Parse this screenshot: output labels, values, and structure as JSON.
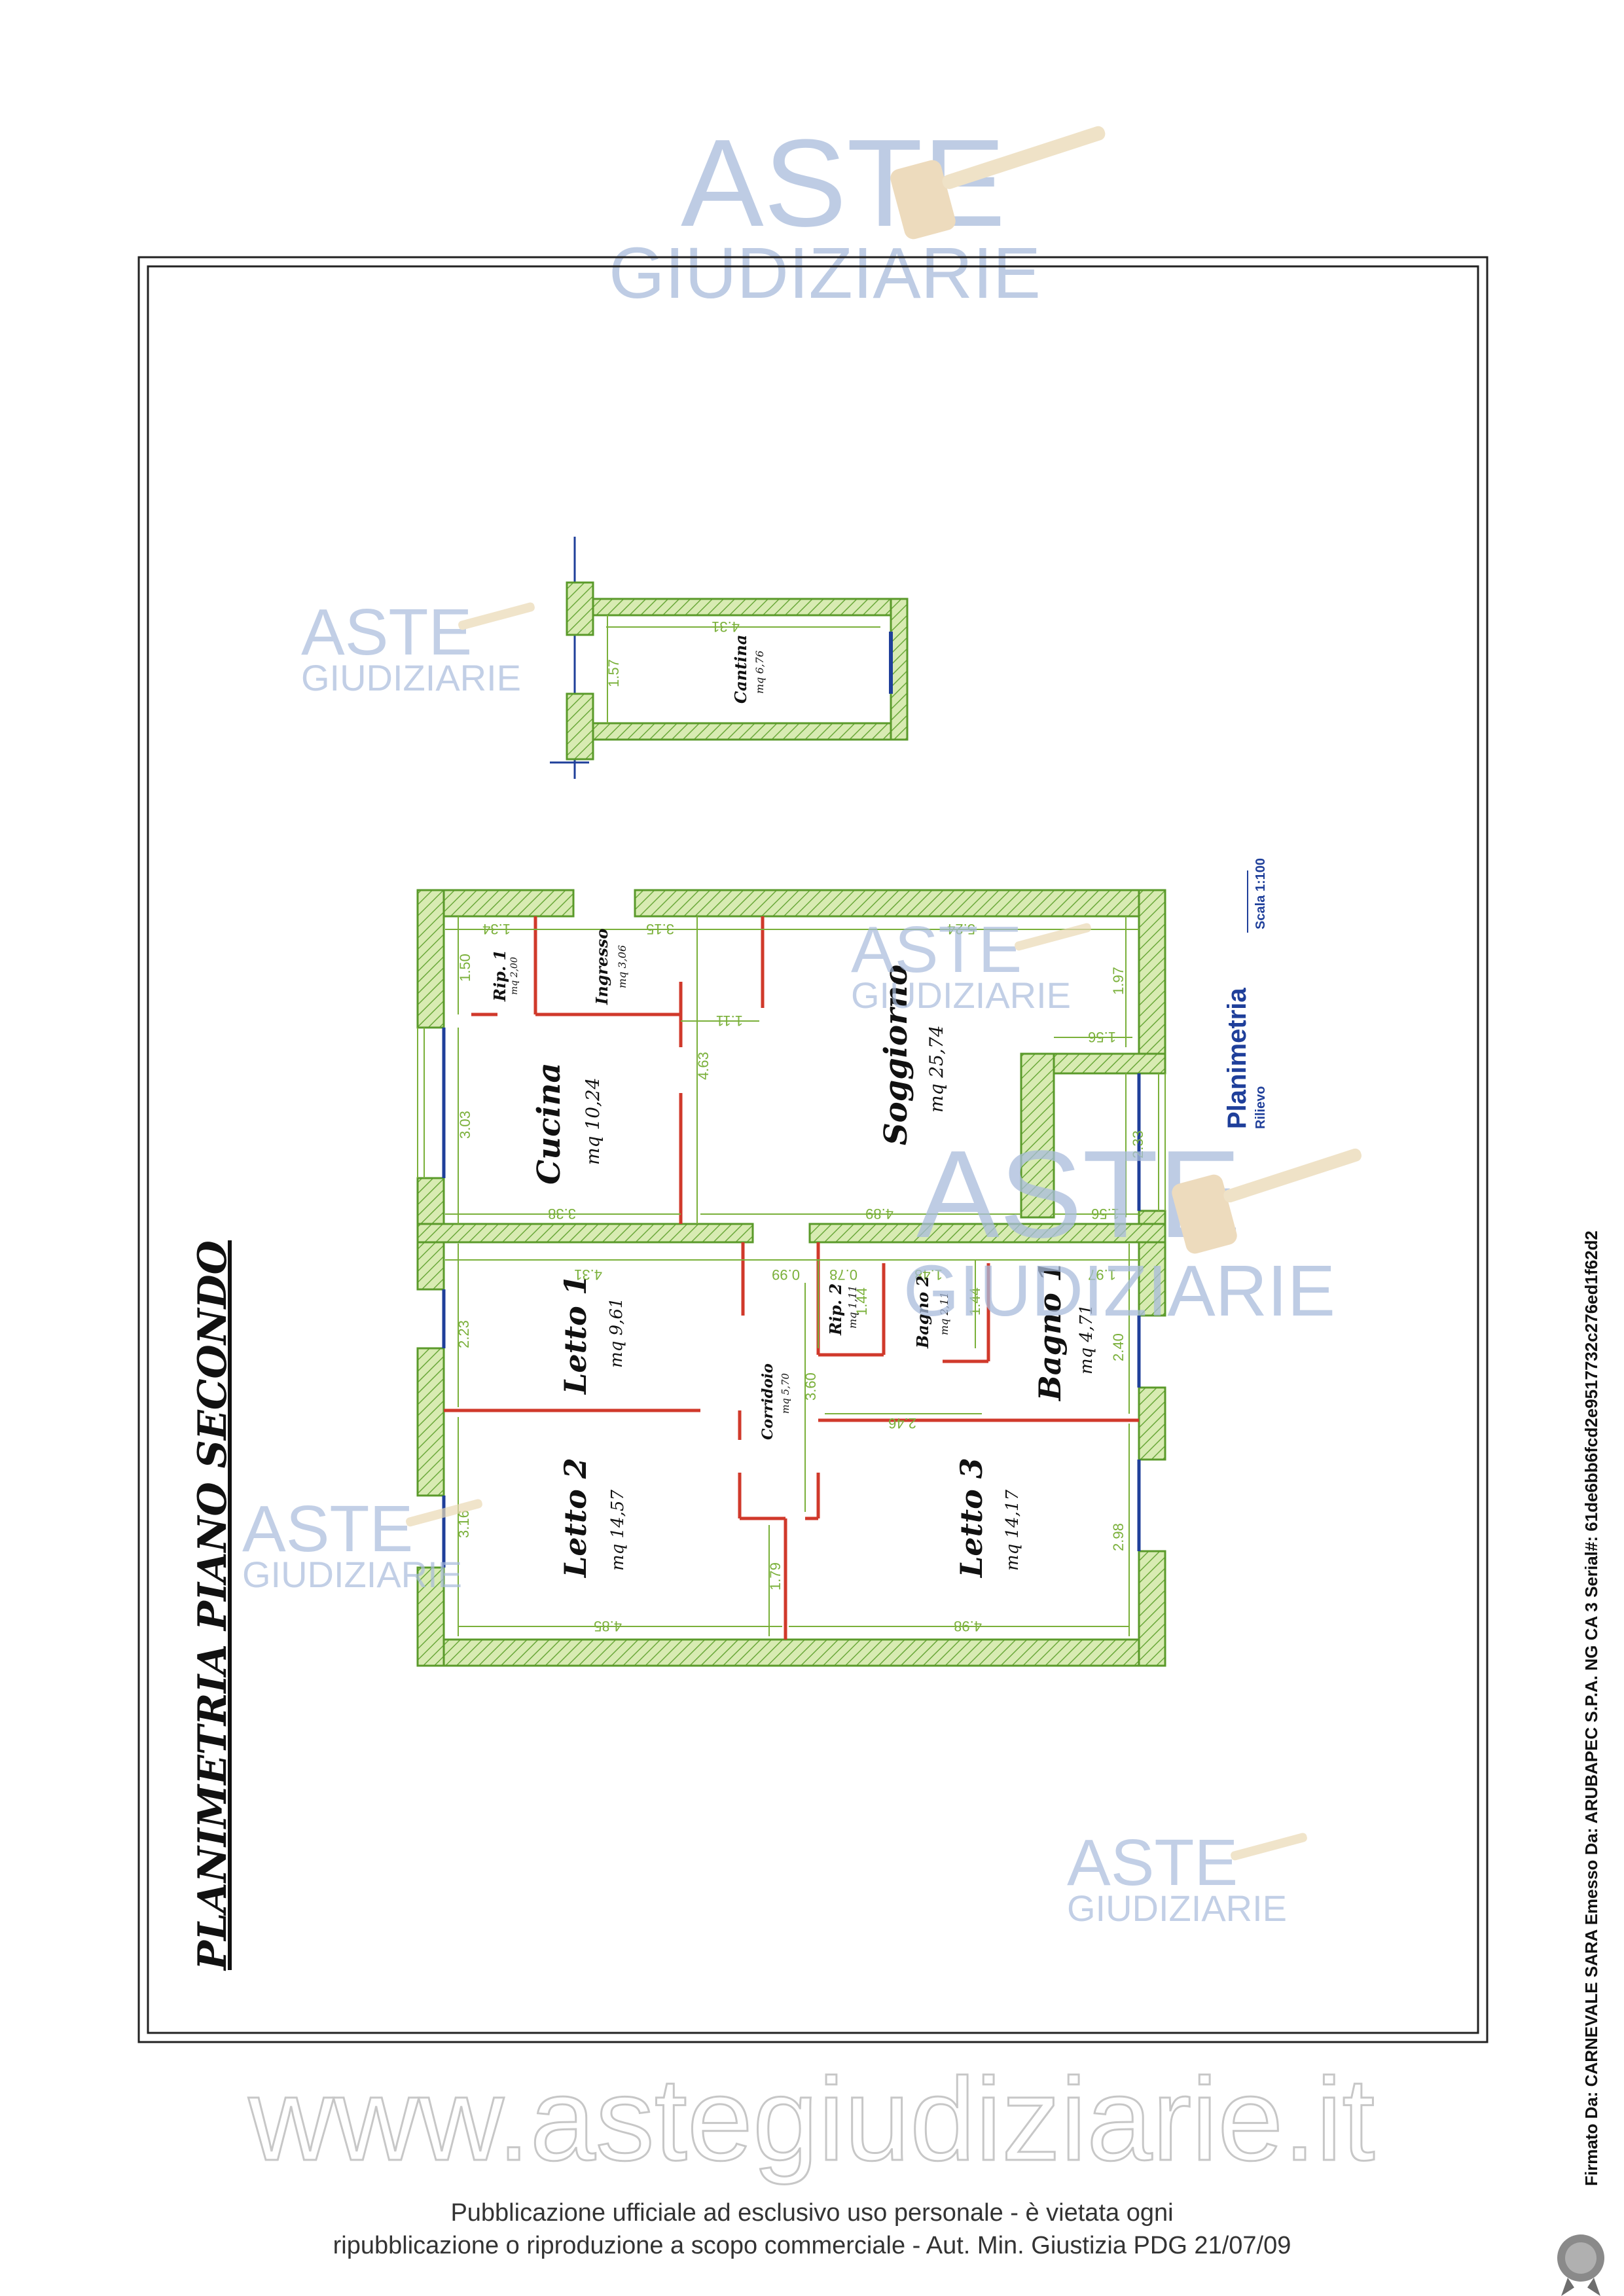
{
  "watermark": {
    "line1": "ASTE",
    "line2": "GIUDIZIARIE",
    "site": "www.astegiudiziarie.it"
  },
  "drawing": {
    "title": "PLANIMETRIA  PIANO SECONDO",
    "legend_title": "Planimetria",
    "legend_sub": "Rilievo",
    "scale": "Scala 1:100"
  },
  "rooms": {
    "cantina": {
      "name": "Cantina",
      "area": "mq 6,76"
    },
    "rip1": {
      "name": "Rip. 1",
      "area": "mq 2,00"
    },
    "ingresso": {
      "name": "Ingresso",
      "area": "mq 3,06"
    },
    "cucina": {
      "name": "Cucina",
      "area": "mq 10,24"
    },
    "soggiorno": {
      "name": "Soggiorno",
      "area": "mq 25,74"
    },
    "letto1": {
      "name": "Letto 1",
      "area": "mq 9,61"
    },
    "rip2": {
      "name": "Rip. 2",
      "area": "mq 1,11"
    },
    "bagno2": {
      "name": "Bagno 2",
      "area": "mq 2,11"
    },
    "bagno1": {
      "name": "Bagno 1",
      "area": "mq 4,71"
    },
    "corridoio": {
      "name": "Corridoio",
      "area": "mq 5,70"
    },
    "letto2": {
      "name": "Letto 2",
      "area": "mq 14,57"
    },
    "letto3": {
      "name": "Letto 3",
      "area": "mq 14,17"
    }
  },
  "dimensions": {
    "cantina_w": "4.31",
    "cantina_h": "1.57",
    "d_134": "1.34",
    "d_315": "3.15",
    "d_524": "5.24",
    "d_150": "1.50",
    "d_111": "1.11",
    "d_463": "4.63",
    "d_303": "3.03",
    "d_197a": "1.97",
    "d_156a": "1.56",
    "d_233": "2.33",
    "d_338": "3.38",
    "d_489": "4.89",
    "d_156b": "1.56",
    "d_431": "4.31",
    "d_099": "0.99",
    "d_078": "0.78",
    "d_148": "1.48",
    "d_197b": "1.97",
    "d_144a": "1.44",
    "d_144b": "1.44",
    "d_223": "2.23",
    "d_240": "2.40",
    "d_360": "3.60",
    "d_246": "2.46",
    "d_316": "3.16",
    "d_179": "1.79",
    "d_298": "2.98",
    "d_485": "4.85",
    "d_498": "4.98"
  },
  "footer": {
    "line1": "Pubblicazione ufficiale ad esclusivo uso personale - è vietata ogni",
    "line2": "ripubblicazione o riproduzione a scopo commerciale - Aut. Min. Giustizia PDG 21/07/09"
  },
  "signature": "Firmato Da: CARNEVALE SARA Emesso Da: ARUBAPEC S.P.A. NG CA 3 Serial#: 61de6bb6fcd2e9517732c276ed1f62d2",
  "colors": {
    "wall_fill": "#cfe3a8",
    "wall_stroke": "#5a9a2a",
    "dimension": "#7ab03a",
    "interior_wall": "#d0392b",
    "window": "#1f3f9a",
    "watermark": "#9fb2d6"
  }
}
